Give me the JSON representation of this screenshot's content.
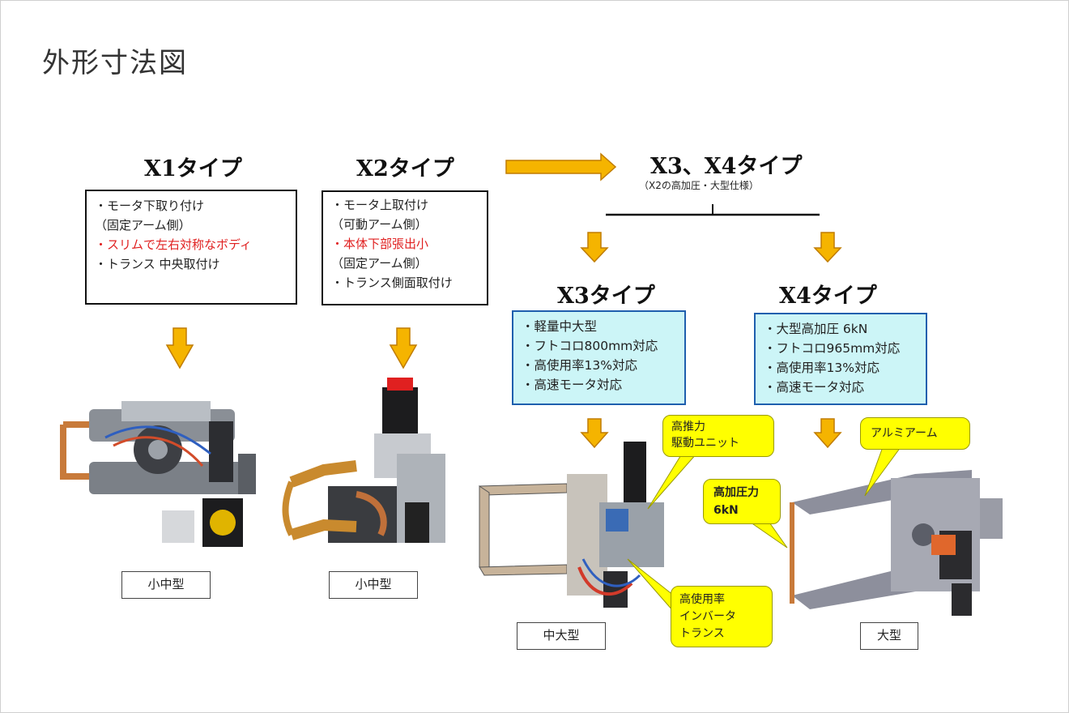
{
  "title": "外形寸法図",
  "x1": {
    "heading": "X1タイプ",
    "features": [
      {
        "text": "・モータ下取り付け",
        "red": false
      },
      {
        "text": "（固定アーム側）",
        "red": false
      },
      {
        "text": "・スリムで左右対称なボディ",
        "red": true
      },
      {
        "text": "・トランス 中央取付け",
        "red": false
      }
    ],
    "caption": "小中型"
  },
  "x2": {
    "heading": "X2タイプ",
    "features": [
      {
        "text": "・モータ上取付け",
        "red": false
      },
      {
        "text": "（可動アーム側）",
        "red": false
      },
      {
        "text": "・本体下部張出小",
        "red": true
      },
      {
        "text": "（固定アーム側）",
        "red": false
      },
      {
        "text": "・トランス側面取付け",
        "red": false
      }
    ],
    "caption": "小中型"
  },
  "x34": {
    "heading": "X3、X4タイプ",
    "subnote": "（X2の高加圧・大型仕様）"
  },
  "x3": {
    "heading": "X3タイプ",
    "features": [
      "・軽量中大型",
      "・フトコロ800mm対応",
      "・高使用率13%対応",
      "・高速モータ対応"
    ],
    "caption": "中大型",
    "callouts": {
      "drive": [
        "高推力",
        "駆動ユニット"
      ],
      "transformer": [
        "高使用率",
        "インバータ",
        "トランス"
      ]
    }
  },
  "x4": {
    "heading": "X4タイプ",
    "features": [
      "・大型高加圧 6kN",
      "・フトコロ965mm対応",
      "・高使用率13%対応",
      "・高速モータ対応"
    ],
    "caption": "大型",
    "callouts": {
      "arm": [
        "アルミアーム"
      ],
      "force": [
        "高加圧力",
        "6kN"
      ]
    }
  },
  "colors": {
    "arrow": "#f5b400",
    "arrow_outline": "#c07c00",
    "red_text": "#e02020",
    "cyan_box": "#ccf5f7",
    "callout": "#ffff00"
  }
}
